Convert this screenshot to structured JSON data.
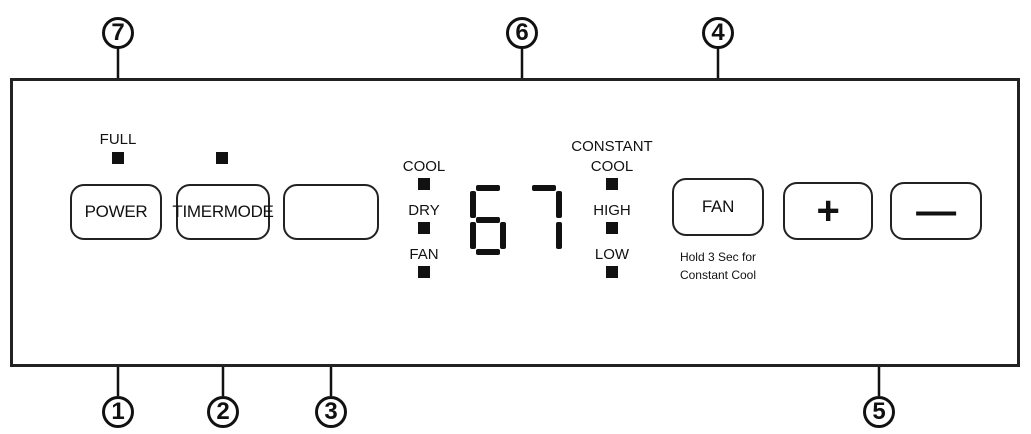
{
  "callouts": {
    "c1": "1",
    "c2": "2",
    "c3": "3",
    "c4": "4",
    "c5": "5",
    "c6": "6",
    "c7": "7"
  },
  "buttons": {
    "power": "POWER",
    "timer": "TIMER",
    "mode": "MODE",
    "fan": "FAN",
    "plus": "+",
    "minus": "—"
  },
  "indicators": {
    "full": "FULL",
    "cool": "COOL",
    "dry": "DRY",
    "fan": "FAN",
    "constant": "CONSTANT",
    "constant_cool": "COOL",
    "high": "HIGH",
    "low": "LOW"
  },
  "display": {
    "temperature": "67"
  },
  "fan_note": {
    "line1": "Hold 3 Sec for",
    "line2": "Constant Cool"
  }
}
